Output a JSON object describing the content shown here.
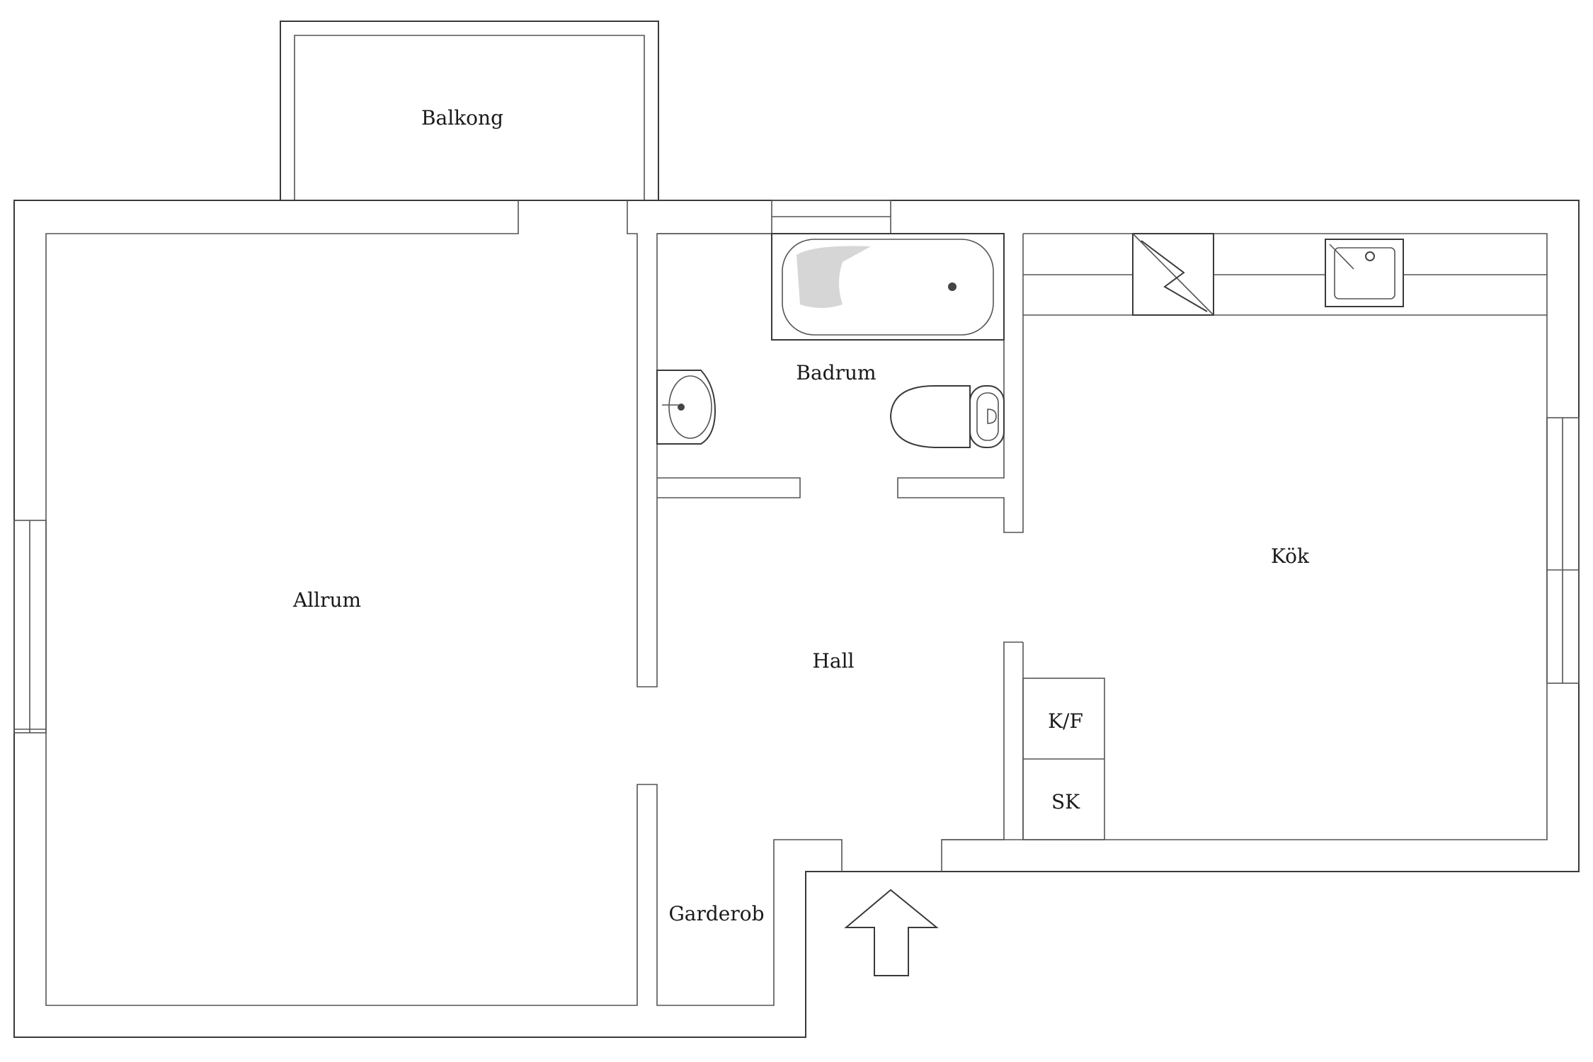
{
  "rooms": {
    "balkong": "Balkong",
    "allrum": "Allrum",
    "badrum": "Badrum",
    "kok": "Kök",
    "hall": "Hall",
    "garderob": "Garderob",
    "kf": "K/F",
    "sk": "SK"
  },
  "icons": {
    "entrance": "entrance-arrow-icon",
    "bathtub": "bathtub-icon",
    "sink": "sink-icon",
    "toilet": "toilet-icon",
    "stove": "stove-icon",
    "kitchen_sink": "kitchen-sink-icon"
  },
  "colors": {
    "line": "#3a3a3a",
    "background": "#ffffff"
  }
}
